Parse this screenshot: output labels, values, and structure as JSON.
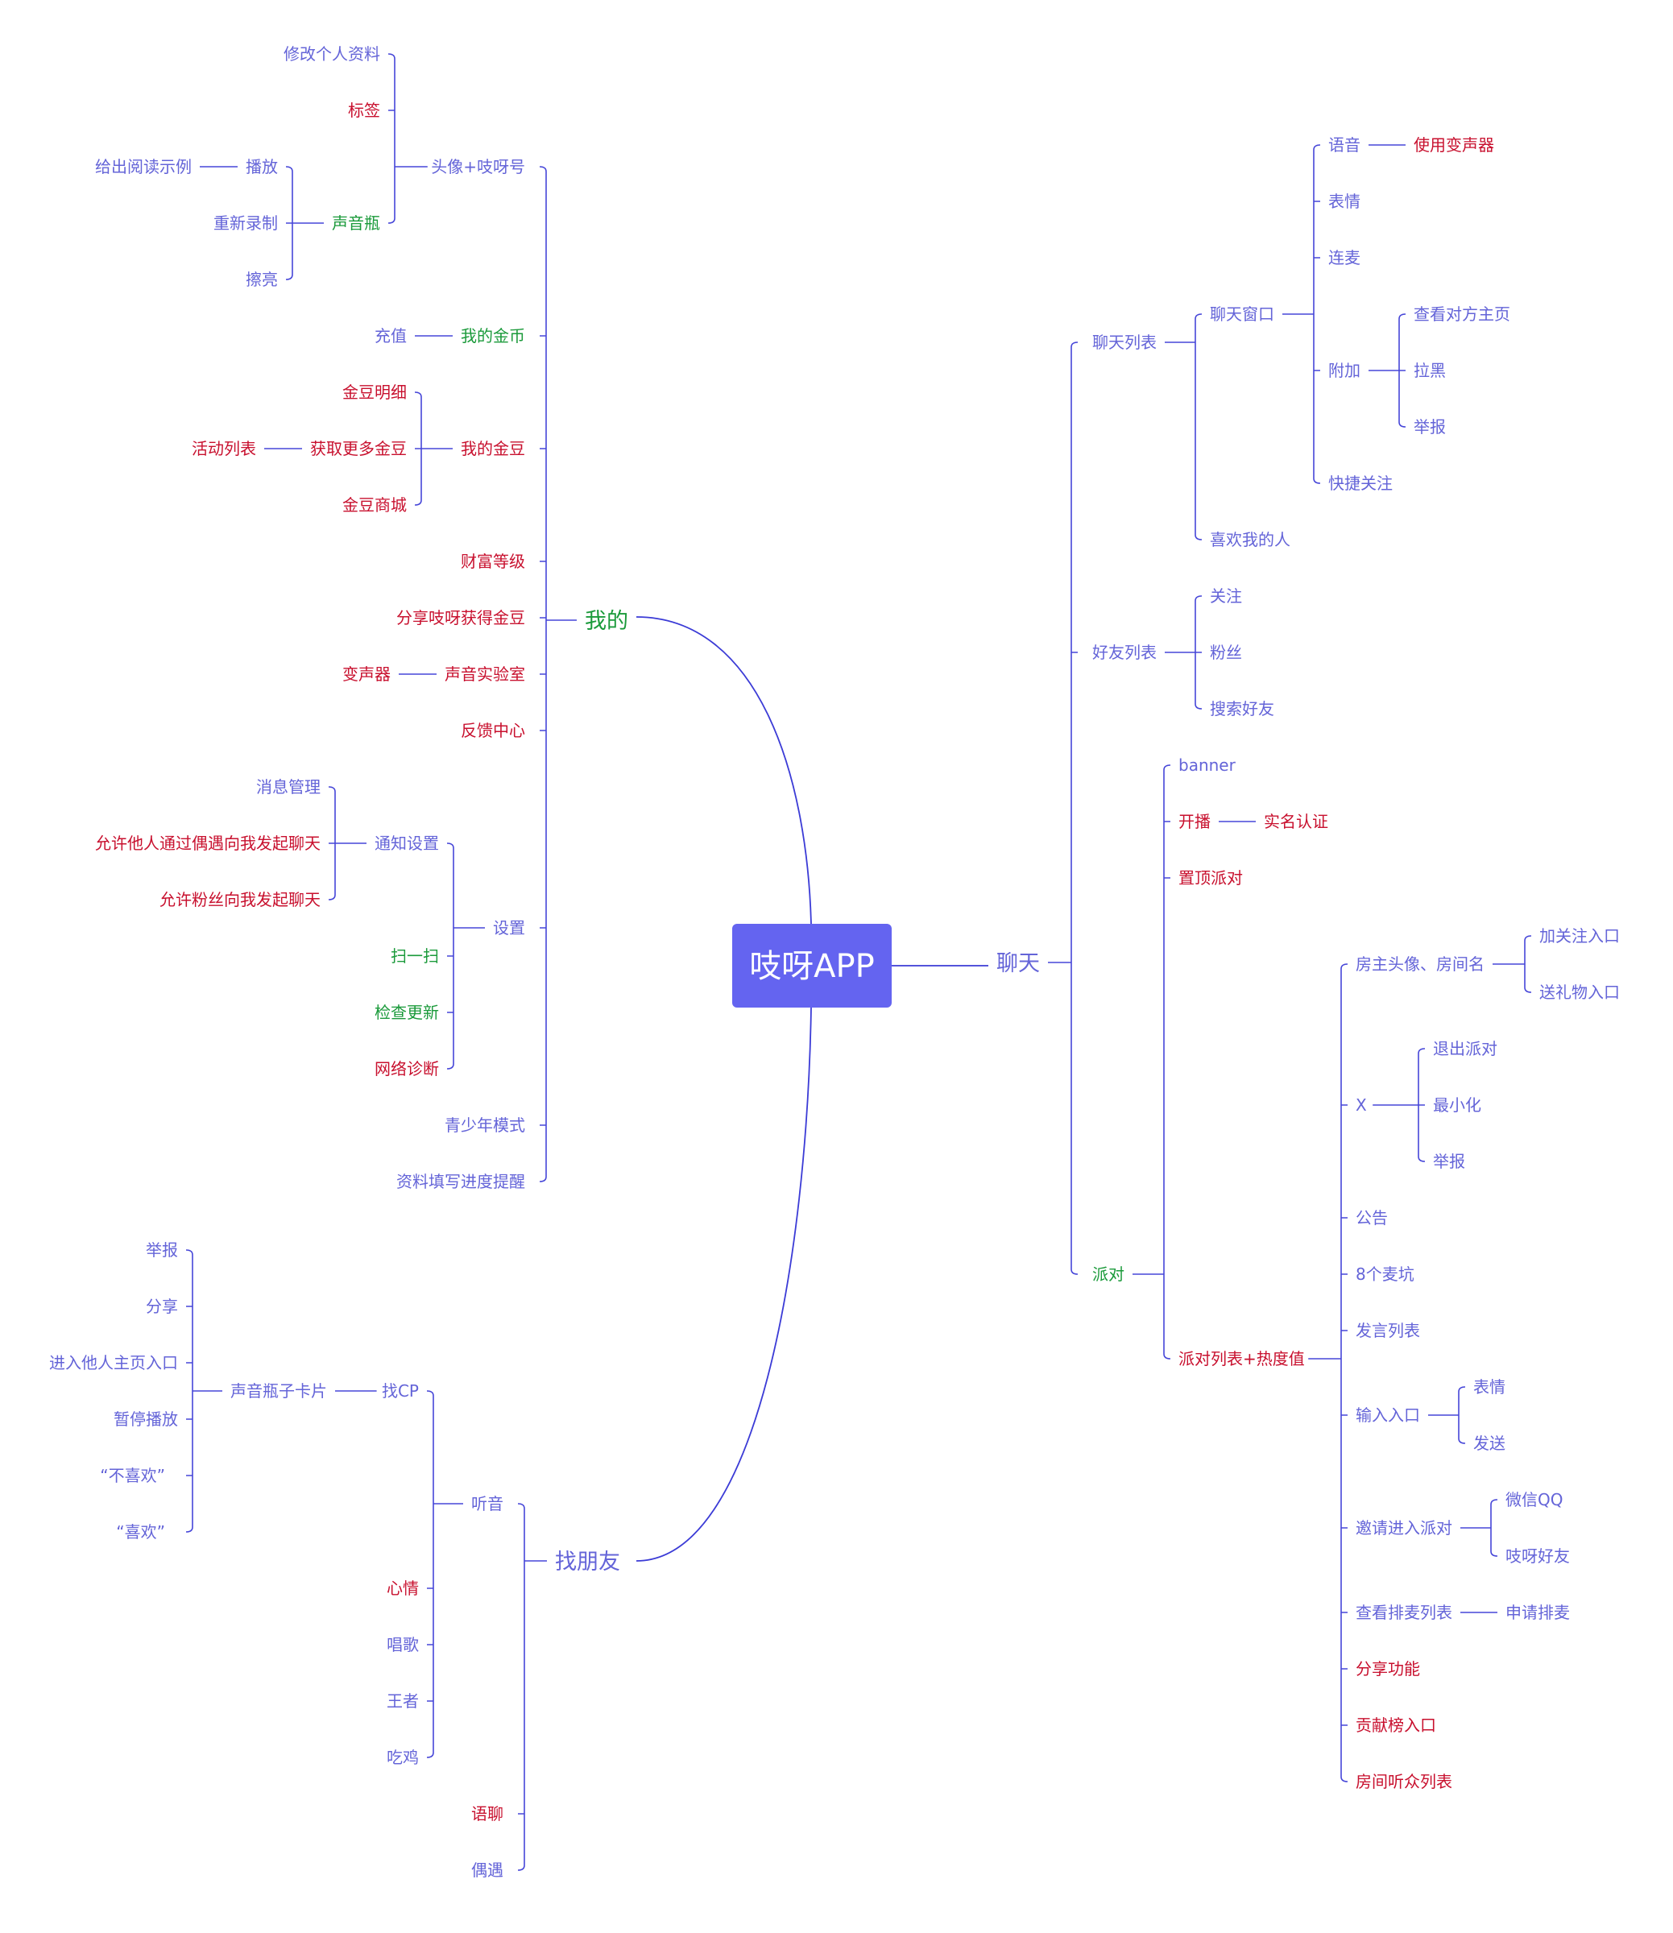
{
  "colors": {
    "line": "#4646d8",
    "blue": "#6464d8",
    "red": "#c8102e",
    "green": "#1a9a3a",
    "root_bg": "#6464f0",
    "root_text": "#ffffff"
  },
  "root": {
    "label": "吱呀APP"
  },
  "branches": [
    {
      "id": "wode",
      "label": "我的",
      "color": "green",
      "children": [
        {
          "id": "touxiang",
          "label": "头像+吱呀号",
          "color": "blue",
          "children": [
            {
              "id": "xiugai",
              "label": "修改个人资料",
              "color": "blue"
            },
            {
              "id": "biaoqian",
              "label": "标签",
              "color": "red"
            },
            {
              "id": "shengyinping",
              "label": "声音瓶",
              "color": "green",
              "children": [
                {
                  "id": "bofang",
                  "label": "播放",
                  "color": "blue",
                  "children": [
                    {
                      "id": "shili",
                      "label": "给出阅读示例",
                      "color": "blue"
                    }
                  ]
                },
                {
                  "id": "chongxin",
                  "label": "重新录制",
                  "color": "blue"
                },
                {
                  "id": "caliang",
                  "label": "擦亮",
                  "color": "blue"
                }
              ]
            }
          ]
        },
        {
          "id": "jinbi",
          "label": "我的金币",
          "color": "green",
          "children": [
            {
              "id": "chongzhi",
              "label": "充值",
              "color": "blue"
            }
          ]
        },
        {
          "id": "jindou",
          "label": "我的金豆",
          "color": "red",
          "children": [
            {
              "id": "mingxi",
              "label": "金豆明细",
              "color": "red"
            },
            {
              "id": "huoqu",
              "label": "获取更多金豆",
              "color": "red",
              "children": [
                {
                  "id": "huodong",
                  "label": "活动列表",
                  "color": "red"
                }
              ]
            },
            {
              "id": "shangcheng",
              "label": "金豆商城",
              "color": "red"
            }
          ]
        },
        {
          "id": "caifu",
          "label": "财富等级",
          "color": "red"
        },
        {
          "id": "fenxiang_wd",
          "label": "分享吱呀获得金豆",
          "color": "red"
        },
        {
          "id": "shiyanshi",
          "label": "声音实验室",
          "color": "red",
          "children": [
            {
              "id": "bianshengqi",
              "label": "变声器",
              "color": "red"
            }
          ]
        },
        {
          "id": "fankui",
          "label": "反馈中心",
          "color": "red"
        },
        {
          "id": "shezhi",
          "label": "设置",
          "color": "blue",
          "children": [
            {
              "id": "tongzhi",
              "label": "通知设置",
              "color": "blue",
              "children": [
                {
                  "id": "xiaoxi",
                  "label": "消息管理",
                  "color": "blue"
                },
                {
                  "id": "ouyu_chat",
                  "label": "允许他人通过偶遇向我发起聊天",
                  "color": "red"
                },
                {
                  "id": "fensi_chat",
                  "label": "允许粉丝向我发起聊天",
                  "color": "red"
                }
              ]
            },
            {
              "id": "saoyisao",
              "label": "扫一扫",
              "color": "green"
            },
            {
              "id": "jiancha",
              "label": "检查更新",
              "color": "green"
            },
            {
              "id": "zhenduan",
              "label": "网络诊断",
              "color": "red"
            }
          ]
        },
        {
          "id": "qingshaonian",
          "label": "青少年模式",
          "color": "blue"
        },
        {
          "id": "ziliao",
          "label": "资料填写进度提醒",
          "color": "blue"
        }
      ]
    },
    {
      "id": "zhaopengyou",
      "label": "找朋友",
      "color": "blue",
      "children": [
        {
          "id": "tingyin",
          "label": "听音",
          "color": "blue",
          "children": [
            {
              "id": "zhaocp",
              "label": "找CP",
              "color": "blue",
              "children": [
                {
                  "id": "kapian",
                  "label": "声音瓶子卡片",
                  "color": "blue",
                  "children": [
                    {
                      "id": "jubao_cp",
                      "label": "举报",
                      "color": "blue"
                    },
                    {
                      "id": "fenxiang_cp",
                      "label": "分享",
                      "color": "blue"
                    },
                    {
                      "id": "zhuye",
                      "label": "进入他人主页入口",
                      "color": "blue"
                    },
                    {
                      "id": "zanting",
                      "label": "暂停播放",
                      "color": "blue"
                    },
                    {
                      "id": "buxihuan",
                      "label": "“不喜欢”",
                      "color": "blue"
                    },
                    {
                      "id": "xihuan",
                      "label": "“喜欢”",
                      "color": "blue"
                    }
                  ]
                }
              ]
            },
            {
              "id": "xinqing",
              "label": "心情",
              "color": "red"
            },
            {
              "id": "changge",
              "label": "唱歌",
              "color": "blue"
            },
            {
              "id": "wangzhe",
              "label": "王者",
              "color": "blue"
            },
            {
              "id": "chiji",
              "label": "吃鸡",
              "color": "blue"
            }
          ]
        },
        {
          "id": "yuliao",
          "label": "语聊",
          "color": "red"
        },
        {
          "id": "ouyu",
          "label": "偶遇",
          "color": "blue"
        }
      ]
    },
    {
      "id": "liaotian",
      "label": "聊天",
      "color": "blue",
      "children": [
        {
          "id": "liaotianliebiao",
          "label": "聊天列表",
          "color": "blue",
          "children": [
            {
              "id": "chuangkou",
              "label": "聊天窗口",
              "color": "blue",
              "children": [
                {
                  "id": "yuyin",
                  "label": "语音",
                  "color": "blue",
                  "children": [
                    {
                      "id": "bianshengqi2",
                      "label": "使用变声器",
                      "color": "red"
                    }
                  ]
                },
                {
                  "id": "biaoqing",
                  "label": "表情",
                  "color": "blue"
                },
                {
                  "id": "lianmai",
                  "label": "连麦",
                  "color": "blue"
                },
                {
                  "id": "fujia",
                  "label": "附加",
                  "color": "blue",
                  "children": [
                    {
                      "id": "chakan",
                      "label": "查看对方主页",
                      "color": "blue"
                    },
                    {
                      "id": "lahei",
                      "label": "拉黑",
                      "color": "blue"
                    },
                    {
                      "id": "jubao_lt",
                      "label": "举报",
                      "color": "blue"
                    }
                  ]
                },
                {
                  "id": "kuaijie",
                  "label": "快捷关注",
                  "color": "blue"
                }
              ]
            },
            {
              "id": "xihuanwode",
              "label": "喜欢我的人",
              "color": "blue"
            }
          ]
        },
        {
          "id": "haoyou",
          "label": "好友列表",
          "color": "blue",
          "children": [
            {
              "id": "guanzhu",
              "label": "关注",
              "color": "blue"
            },
            {
              "id": "fensi",
              "label": "粉丝",
              "color": "blue"
            },
            {
              "id": "sousuo",
              "label": "搜索好友",
              "color": "blue"
            }
          ]
        },
        {
          "id": "paidui",
          "label": "派对",
          "color": "green",
          "children": [
            {
              "id": "banner",
              "label": "banner",
              "color": "blue"
            },
            {
              "id": "kaibo",
              "label": "开播",
              "color": "red",
              "children": [
                {
                  "id": "shiming",
                  "label": "实名认证",
                  "color": "red"
                }
              ]
            },
            {
              "id": "zhiding",
              "label": "置顶派对",
              "color": "red"
            },
            {
              "id": "paiduiliebiao",
              "label": "派对列表+热度值",
              "color": "red",
              "children": [
                {
                  "id": "fangzhu",
                  "label": "房主头像、房间名",
                  "color": "blue",
                  "children": [
                    {
                      "id": "jiaguanzhu",
                      "label": "加关注入口",
                      "color": "blue"
                    },
                    {
                      "id": "songli",
                      "label": "送礼物入口",
                      "color": "blue"
                    }
                  ]
                },
                {
                  "id": "x",
                  "label": "X",
                  "color": "blue",
                  "children": [
                    {
                      "id": "tuichu",
                      "label": "退出派对",
                      "color": "blue"
                    },
                    {
                      "id": "zuixiao",
                      "label": "最小化",
                      "color": "blue"
                    },
                    {
                      "id": "jubao_pd",
                      "label": "举报",
                      "color": "blue"
                    }
                  ]
                },
                {
                  "id": "gonggao",
                  "label": "公告",
                  "color": "blue"
                },
                {
                  "id": "maikeng",
                  "label": "8个麦坑",
                  "color": "blue"
                },
                {
                  "id": "fayan",
                  "label": "发言列表",
                  "color": "blue"
                },
                {
                  "id": "shuru",
                  "label": "输入入口",
                  "color": "blue",
                  "children": [
                    {
                      "id": "biaoqing2",
                      "label": "表情",
                      "color": "blue"
                    },
                    {
                      "id": "fasong",
                      "label": "发送",
                      "color": "blue"
                    }
                  ]
                },
                {
                  "id": "yaoqing",
                  "label": "邀请进入派对",
                  "color": "blue",
                  "children": [
                    {
                      "id": "weixin",
                      "label": "微信QQ",
                      "color": "blue"
                    },
                    {
                      "id": "zhiyahaoyou",
                      "label": "吱呀好友",
                      "color": "blue"
                    }
                  ]
                },
                {
                  "id": "paimai",
                  "label": "查看排麦列表",
                  "color": "blue",
                  "children": [
                    {
                      "id": "shenqing",
                      "label": "申请排麦",
                      "color": "blue"
                    }
                  ]
                },
                {
                  "id": "fenxianggn",
                  "label": "分享功能",
                  "color": "red"
                },
                {
                  "id": "gongxian",
                  "label": "贡献榜入口",
                  "color": "red"
                },
                {
                  "id": "tingzhong",
                  "label": "房间听众列表",
                  "color": "red"
                }
              ]
            }
          ]
        }
      ]
    }
  ]
}
